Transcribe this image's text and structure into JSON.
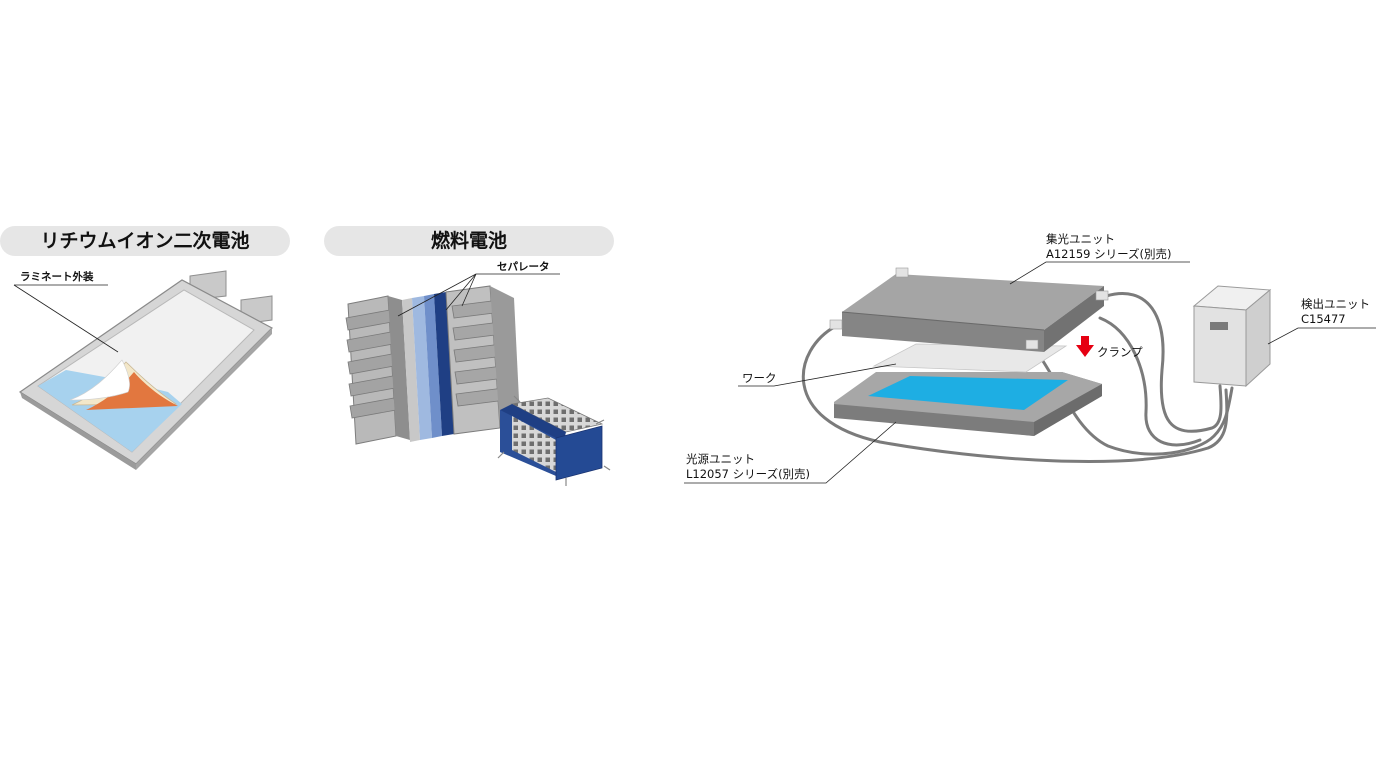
{
  "lithium": {
    "title": "リチウムイオン二次電池",
    "laminate_label": "ラミネート外装"
  },
  "fuel_cell": {
    "title": "燃料電池",
    "separator_label": "セパレータ"
  },
  "system": {
    "collector_unit": {
      "name": "集光ユニット",
      "model": "A12159 シリーズ(別売)"
    },
    "detector_unit": {
      "name": "検出ユニット",
      "model": "C15477"
    },
    "light_source_unit": {
      "name": "光源ユニット",
      "model": "L12057 シリーズ(別売)"
    },
    "work_label": "ワーク",
    "clamp_label": "クランプ"
  },
  "colors": {
    "pill_bg": "#e6e6e6",
    "led_blue": "#1eaee3",
    "clamp_arrow": "#e60012",
    "separator_navy": "#1f3f84"
  }
}
